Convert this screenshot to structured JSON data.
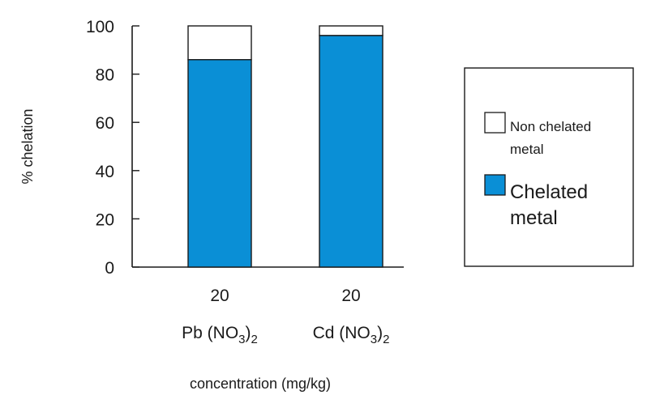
{
  "chart_data": {
    "type": "bar",
    "stacked": true,
    "ylabel": "% chelation",
    "xlabel": "concentration (mg/kg)",
    "ylim": [
      0,
      100
    ],
    "yticks": [
      0,
      20,
      40,
      60,
      80,
      100
    ],
    "categories": [
      {
        "value": "20",
        "compound": "Pb (NO",
        "sub": "3",
        "close": ")",
        "sub2": "2"
      },
      {
        "value": "20",
        "compound": "Cd (NO",
        "sub": "3",
        "close": ")",
        "sub2": "2"
      }
    ],
    "series": [
      {
        "name": "Chelated metal",
        "color": "#0a8fd6",
        "values": [
          86,
          96
        ]
      },
      {
        "name": "Non chelated metal",
        "color": "#ffffff",
        "values": [
          14,
          4
        ]
      }
    ],
    "legend": {
      "position": "right",
      "items": [
        {
          "lines": [
            "Non chelated",
            "metal"
          ],
          "color": "#ffffff"
        },
        {
          "lines": [
            "Chelated",
            "metal"
          ],
          "color": "#0a8fd6"
        }
      ]
    },
    "grid": false
  }
}
